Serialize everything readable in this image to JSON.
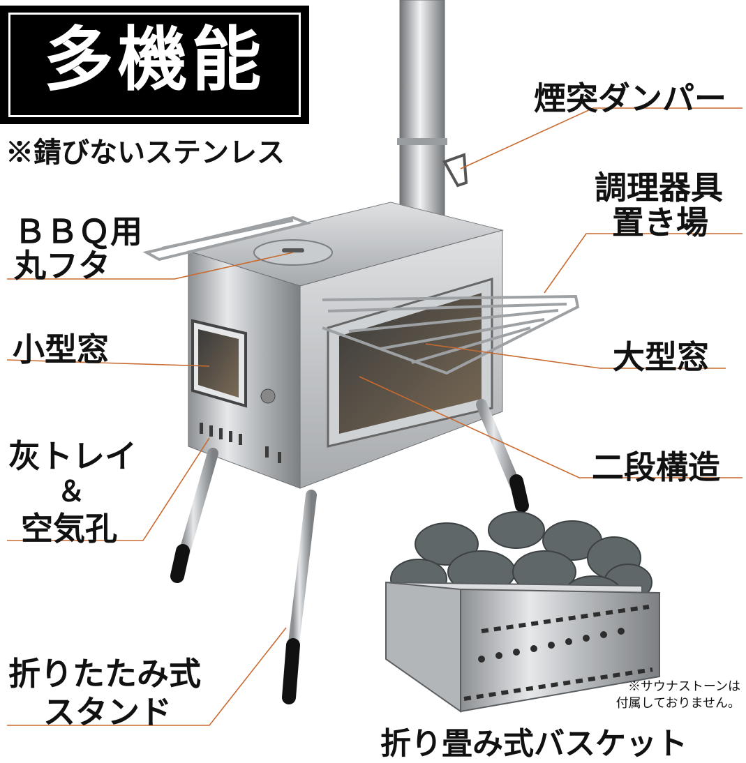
{
  "headline": "多機能",
  "subheadline": "※錆びないステンレス",
  "labels": {
    "chimney_damper": "煙突ダンパー",
    "cookware_rack_line1": "調理器具",
    "cookware_rack_line2": "置き場",
    "bbq_lid_line1": "ＢＢＱ用",
    "bbq_lid_line2": "丸フタ",
    "small_window": "小型窓",
    "large_window": "大型窓",
    "ash_tray_line1": "灰トレイ",
    "ash_tray_line2": "＆",
    "ash_tray_line3": "空気孔",
    "two_tier": "二段構造",
    "folding_stand_line1": "折りたたみ式",
    "folding_stand_line2": "スタンド",
    "folding_basket": "折り畳み式バスケット"
  },
  "note": {
    "line1": "※サウナストーンは",
    "line2": "付属しておりません。"
  },
  "colors": {
    "leader_line": "#c96a2e",
    "badge_bg": "#000000",
    "text": "#111111"
  }
}
